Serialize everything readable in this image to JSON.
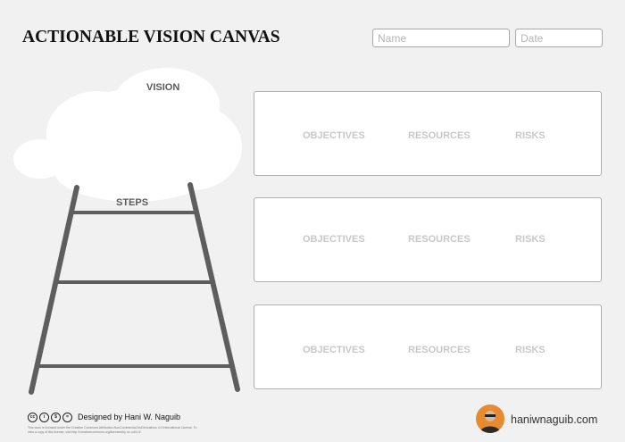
{
  "header": {
    "title": "ACTIONABLE VISION CANVAS",
    "name_placeholder": "Name",
    "date_placeholder": "Date"
  },
  "illustration": {
    "vision_label": "VISION",
    "steps_label": "STEPS",
    "ladder_rungs": 3
  },
  "panels": [
    {
      "objectives": "OBJECTIVES",
      "resources": "RESOURCES",
      "risks": "RISKS"
    },
    {
      "objectives": "OBJECTIVES",
      "resources": "RESOURCES",
      "risks": "RISKS"
    },
    {
      "objectives": "OBJECTIVES",
      "resources": "RESOURCES",
      "risks": "RISKS"
    }
  ],
  "footer": {
    "license_icons": [
      "creative-commons-icon",
      "attribution-icon",
      "noncommercial-icon",
      "noderivatives-icon"
    ],
    "designer": "Designed by Hani W. Naguib",
    "license_text": "This work is licensed under the Creative Commons Attribution-NonCommercial-NoDerivatives 4.0 International License. To view a copy of this license, visit http://creativecommons.org/licenses/by-nc-nd/4.0/",
    "website": "haniwnaguib.com"
  },
  "colors": {
    "background": "#f1f1f1",
    "ladder": "#5e5e5e",
    "panel_label": "#c8c8c8",
    "avatar_bg": "#e88a2e"
  }
}
